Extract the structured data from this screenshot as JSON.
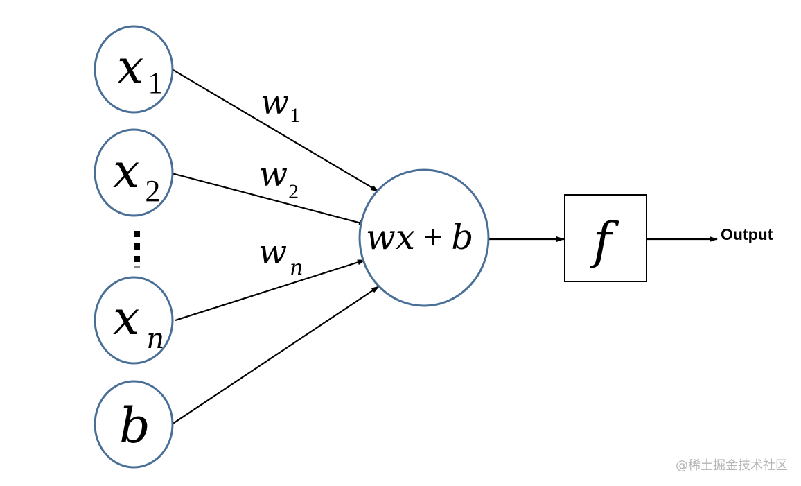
{
  "diagram": {
    "inputs": [
      {
        "id": "x1",
        "symbol": "x",
        "subscript": "1"
      },
      {
        "id": "x2",
        "symbol": "x",
        "subscript": "2"
      },
      {
        "id": "xn",
        "symbol": "x",
        "subscript": "n"
      },
      {
        "id": "b",
        "symbol": "b",
        "subscript": ""
      }
    ],
    "weights": [
      {
        "symbol": "w",
        "subscript": "1"
      },
      {
        "symbol": "w",
        "subscript": "2"
      },
      {
        "symbol": "w",
        "subscript": "n"
      }
    ],
    "neuron": {
      "expr_w": "w",
      "expr_x": "x",
      "expr_op": "+",
      "expr_b": "b"
    },
    "activation": {
      "symbol": "f"
    },
    "output_label": "Output",
    "watermark": "@稀土掘金技术社区"
  },
  "colors": {
    "node_stroke": "#4a6f96",
    "line": "#000000",
    "watermark": "#b5b5b5"
  }
}
